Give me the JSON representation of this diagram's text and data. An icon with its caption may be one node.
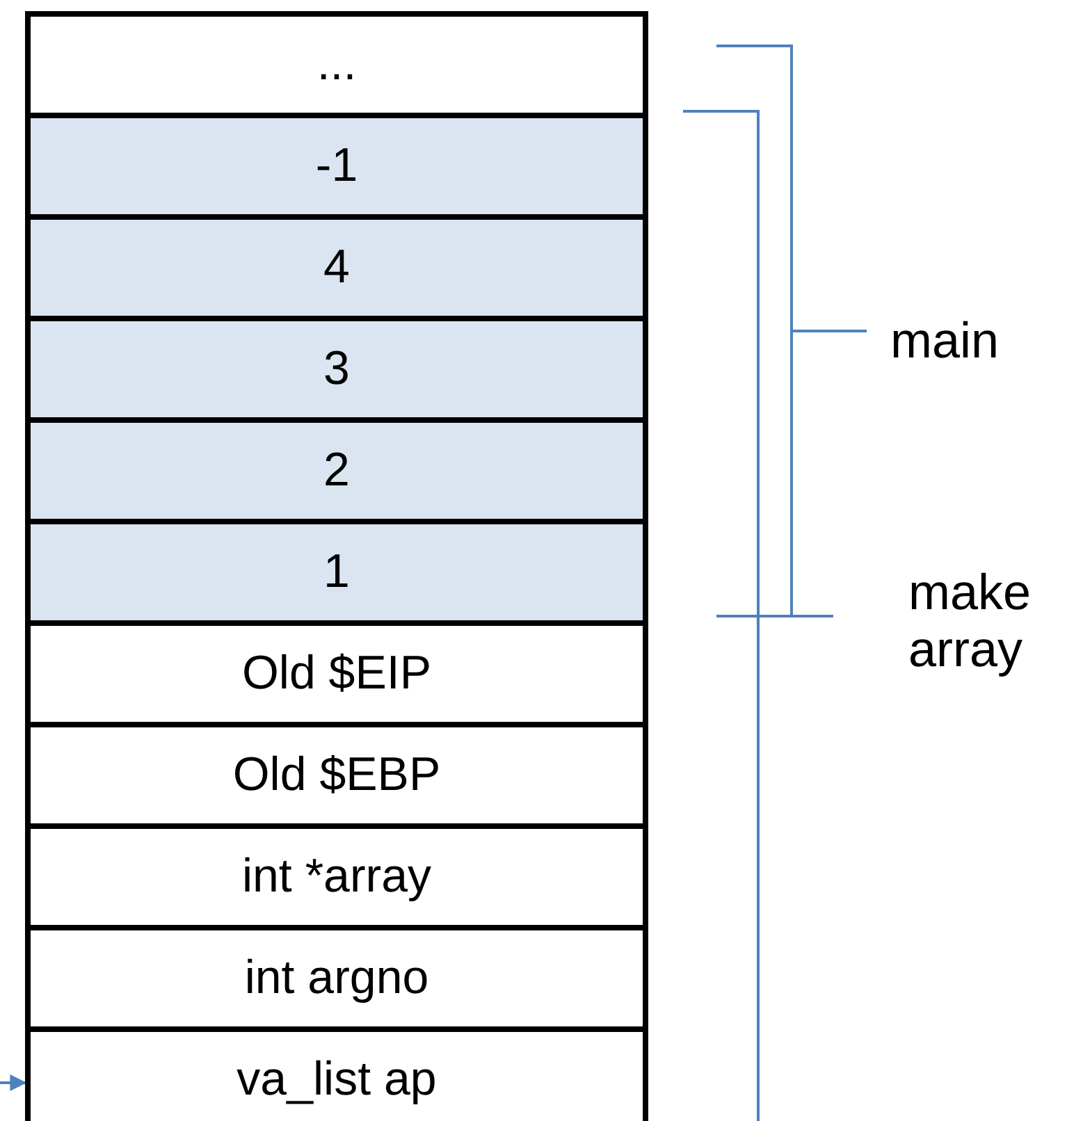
{
  "diagram": {
    "nodes": [
      {
        "text": [
          "..."
        ]
      },
      {
        "text": [
          "-1"
        ]
      },
      {
        "text": [
          "4"
        ]
      },
      {
        "text": [
          "3"
        ]
      },
      {
        "text": [
          "2"
        ]
      },
      {
        "text": [
          "1"
        ]
      },
      {
        "text": [
          "Old $EIP"
        ]
      },
      {
        "text": [
          "Old $EBP"
        ]
      },
      {
        "text": [
          "int *array"
        ]
      },
      {
        "text": [
          "int argno"
        ]
      },
      {
        "text": [
          "va_list ap"
        ]
      }
    ],
    "edges": [
      {
        "from": null,
        "to": 10,
        "arrow": "to"
      }
    ],
    "labels": [
      "main",
      "make array"
    ]
  }
}
